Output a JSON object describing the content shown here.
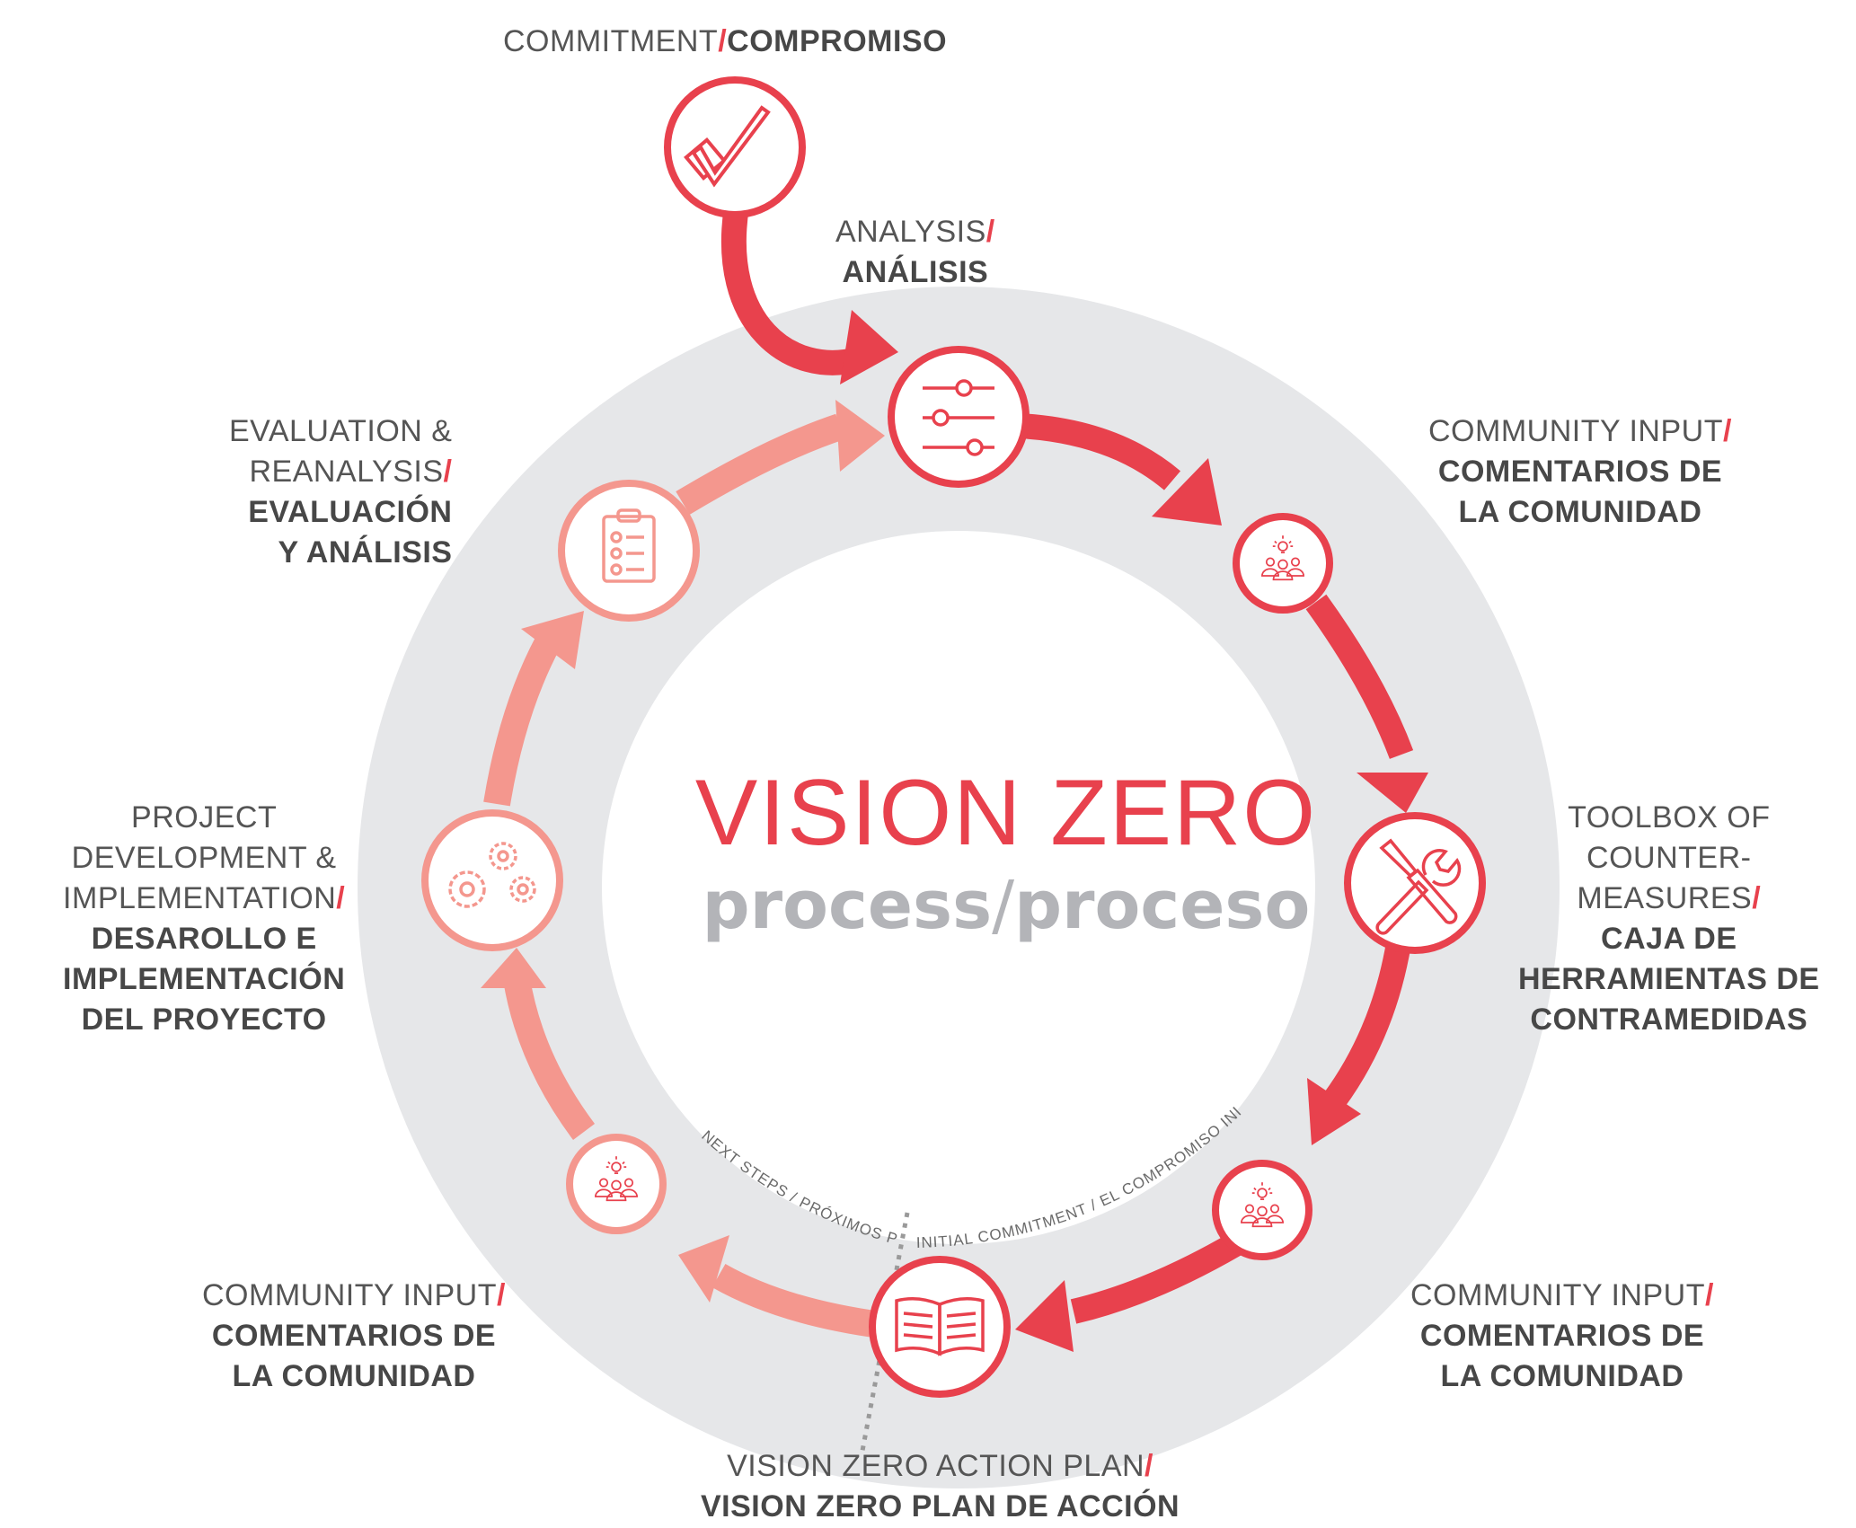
{
  "center": {
    "title": "VISION ZERO",
    "subtitle_en": "process",
    "subtitle_sep": "/",
    "subtitle_es": "proceso"
  },
  "steps": {
    "commitment": {
      "en": "COMMITMENT",
      "es": "COMPROMISO"
    },
    "analysis": {
      "en": "ANALYSIS",
      "es": "ANÁLISIS"
    },
    "community_input_1": {
      "en": "COMMUNITY INPUT",
      "es_line1": "COMENTARIOS DE",
      "es_line2": "LA COMUNIDAD"
    },
    "toolbox": {
      "en_line1": "TOOLBOX OF",
      "en_line2": "COUNTER-",
      "en_line3": "MEASURES",
      "es_line1": "CAJA DE",
      "es_line2": "HERRAMIENTAS DE",
      "es_line3": "CONTRAMEDIDAS"
    },
    "community_input_2": {
      "en": "COMMUNITY INPUT",
      "es_line1": "COMENTARIOS DE",
      "es_line2": "LA COMUNIDAD"
    },
    "action_plan": {
      "en": "VISION ZERO ACTION PLAN",
      "es": "VISION ZERO PLAN DE ACCIÓN"
    },
    "community_input_3": {
      "en": "COMMUNITY INPUT",
      "es_line1": "COMENTARIOS DE",
      "es_line2": "LA COMUNIDAD"
    },
    "project_dev": {
      "en_line1": "PROJECT",
      "en_line2": "DEVELOPMENT &",
      "en_line3": "IMPLEMENTATION",
      "es_line1": "DESAROLLO E",
      "es_line2": "IMPLEMENTACIÓN",
      "es_line3": "DEL PROYECTO"
    },
    "evaluation": {
      "en_line1": "EVALUATION &",
      "en_line2": "REANALYSIS",
      "es_line1": "EVALUACIÓN",
      "es_line2": "Y ANÁLISIS"
    }
  },
  "slash": "/",
  "phase_labels": {
    "next_steps": "NEXT STEPS / PRÓXIMOS PASOS",
    "initial_commitment": "INITIAL COMMITMENT / EL COMPROMISO INICIAL"
  },
  "colors": {
    "red": "#e8414d",
    "pink": "#f4978e",
    "ring": "#e6e7e9",
    "center_title": "#e8414d",
    "center_subtitle": "#b3b4b8"
  },
  "icons": {
    "commitment": "checkmark-icon",
    "analysis": "sliders-icon",
    "community_input_1": "community-idea-icon",
    "toolbox": "tools-icon",
    "community_input_2": "community-idea-icon",
    "action_plan": "open-book-icon",
    "community_input_3": "community-idea-icon",
    "project_dev": "gears-icon",
    "evaluation": "clipboard-checklist-icon"
  }
}
